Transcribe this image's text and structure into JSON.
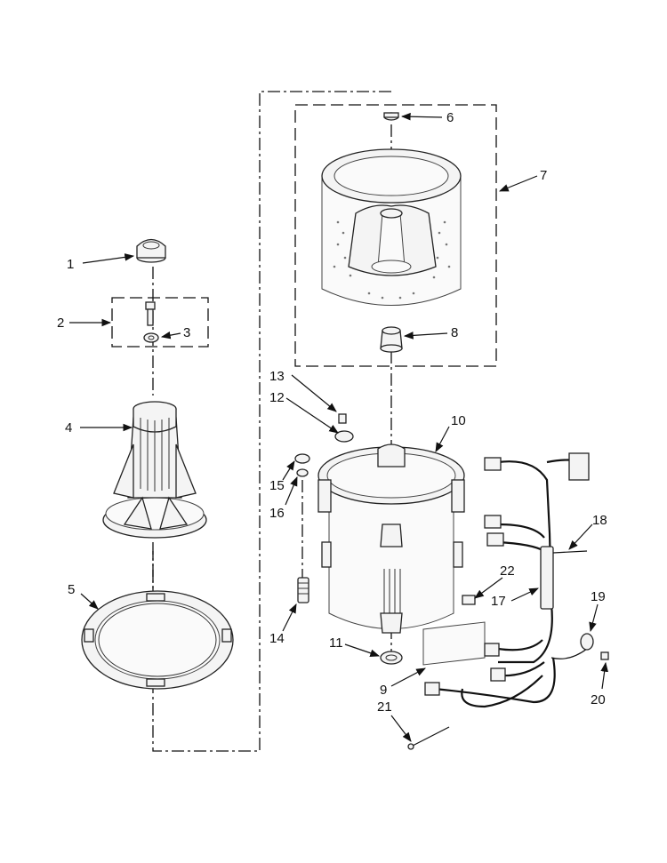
{
  "diagram": {
    "title": "",
    "callouts": [
      {
        "id": "c1",
        "label": "1"
      },
      {
        "id": "c2",
        "label": "2"
      },
      {
        "id": "c3",
        "label": "3"
      },
      {
        "id": "c4",
        "label": "4"
      },
      {
        "id": "c5",
        "label": "5"
      },
      {
        "id": "c6",
        "label": "6"
      },
      {
        "id": "c7",
        "label": "7"
      },
      {
        "id": "c8",
        "label": "8"
      },
      {
        "id": "c9",
        "label": "9"
      },
      {
        "id": "c10",
        "label": "10"
      },
      {
        "id": "c11",
        "label": "11"
      },
      {
        "id": "c12",
        "label": "12"
      },
      {
        "id": "c13",
        "label": "13"
      },
      {
        "id": "c14",
        "label": "14"
      },
      {
        "id": "c15",
        "label": "15"
      },
      {
        "id": "c16",
        "label": "16"
      },
      {
        "id": "c17",
        "label": "17"
      },
      {
        "id": "c18",
        "label": "18"
      },
      {
        "id": "c19",
        "label": "19"
      },
      {
        "id": "c20",
        "label": "20"
      },
      {
        "id": "c21",
        "label": "21"
      },
      {
        "id": "c22",
        "label": "22"
      }
    ]
  }
}
